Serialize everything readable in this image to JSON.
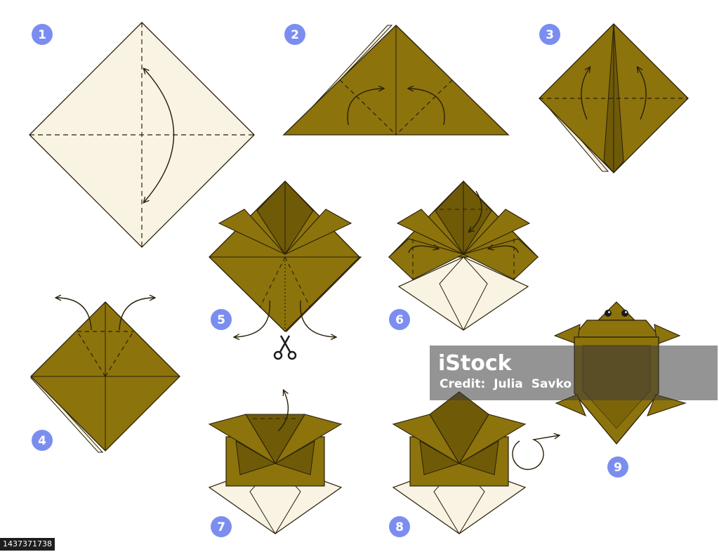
{
  "steps": [
    "1",
    "2",
    "3",
    "4",
    "5",
    "6",
    "7",
    "8",
    "9"
  ],
  "colors": {
    "paper_front": "#8c730c",
    "paper_shade": "#6f5a08",
    "paper_back": "#f8f3e3",
    "line": "#2a2008",
    "badge": "#7b8ef0",
    "badge_text": "#ffffff"
  },
  "icons": [
    "scissors-icon",
    "fold-arrow-icon",
    "turn-over-icon"
  ],
  "watermark": {
    "logo": "iStock",
    "credit": "Credit: Julia Savko"
  },
  "stock_id": "1437371738"
}
